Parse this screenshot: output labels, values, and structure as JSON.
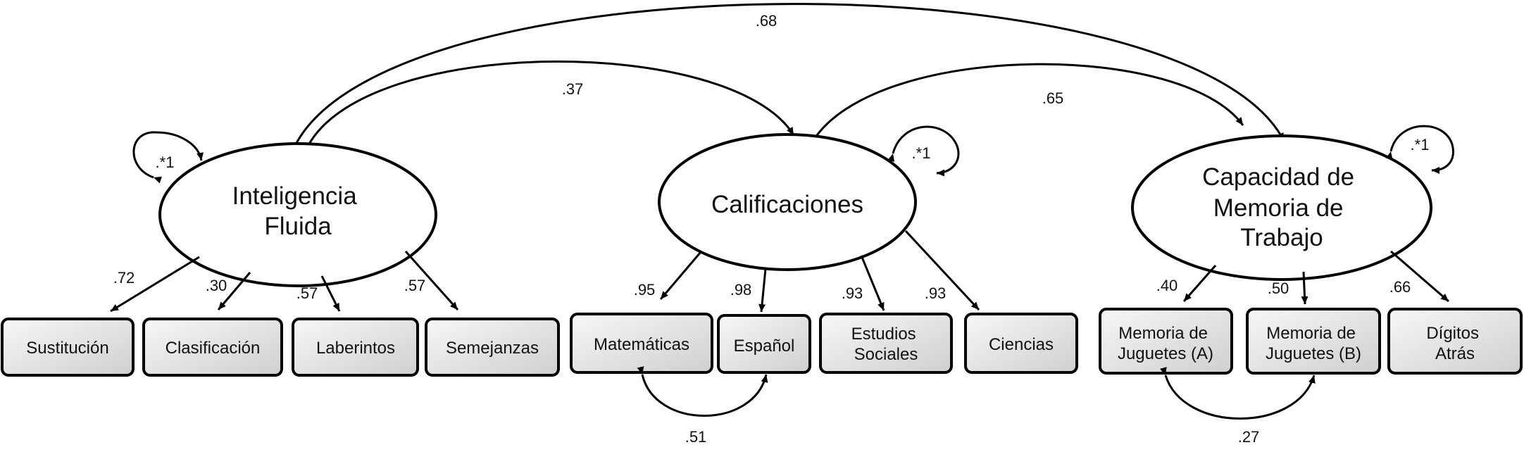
{
  "latents": {
    "fluid": {
      "lines": [
        "Inteligencia",
        "Fluida"
      ],
      "self_loop": ".*1"
    },
    "grades": {
      "lines": [
        "Calificaciones"
      ],
      "self_loop": ".*1"
    },
    "memory": {
      "lines": [
        "Capacidad de",
        "Memoria de",
        "Trabajo"
      ],
      "self_loop": ".*1"
    }
  },
  "indicators": {
    "sustitucion": {
      "lines": [
        "Sustitución"
      ],
      "loading": ".72"
    },
    "clasificacion": {
      "lines": [
        "Clasificación"
      ],
      "loading": ".30"
    },
    "laberintos": {
      "lines": [
        "Laberintos"
      ],
      "loading": ".57"
    },
    "semejanzas": {
      "lines": [
        "Semejanzas"
      ],
      "loading": ".57"
    },
    "matematicas": {
      "lines": [
        "Matemáticas"
      ],
      "loading": ".95"
    },
    "espanol": {
      "lines": [
        "Español"
      ],
      "loading": ".98"
    },
    "estudios": {
      "lines": [
        "Estudios",
        "Sociales"
      ],
      "loading": ".93"
    },
    "ciencias": {
      "lines": [
        "Ciencias"
      ],
      "loading": ".93"
    },
    "juguetes_a": {
      "lines": [
        "Memoria de",
        "Juguetes (A)"
      ],
      "loading": ".40"
    },
    "juguetes_b": {
      "lines": [
        "Memoria de",
        "Juguetes (B)"
      ],
      "loading": ".50"
    },
    "digitos": {
      "lines": [
        "Dígitos",
        "Atrás"
      ],
      "loading": ".66"
    }
  },
  "correlations": {
    "fluid_memory": ".68",
    "fluid_grades": ".37",
    "grades_memory": ".65",
    "mat_esp": ".51",
    "juga_jugb": ".27"
  },
  "colors": {
    "stroke": "#000000",
    "box_gradient_start": "#f7f7f7",
    "box_gradient_end": "#cfcfcf",
    "background": "#ffffff"
  }
}
